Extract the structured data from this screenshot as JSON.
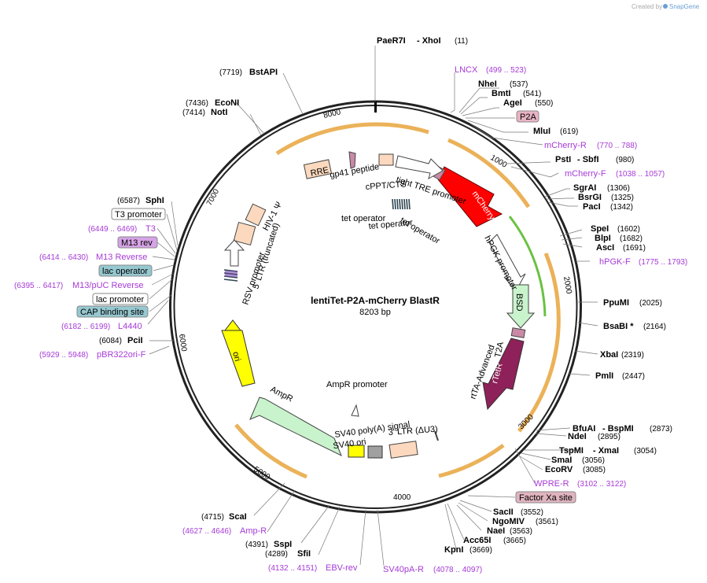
{
  "watermark": {
    "prefix": "Created by",
    "brand": "SnapGene"
  },
  "map": {
    "name": "lentiTet-P2A-mCherry BlastR",
    "size": "8203 bp"
  },
  "ticks": [
    "1000",
    "2000",
    "3000",
    "4000",
    "5000",
    "6000",
    "7000",
    "8000"
  ],
  "sites": [
    {
      "name": "PaeR7I",
      "pos": ""
    },
    {
      "name": "- XhoI",
      "pos": "(11)"
    },
    {
      "name": "NheI",
      "pos": "(537)"
    },
    {
      "name": "BmtI",
      "pos": "(541)"
    },
    {
      "name": "AgeI",
      "pos": "(550)"
    },
    {
      "name": "MluI",
      "pos": "(619)"
    },
    {
      "name": "PstI",
      "pos": ""
    },
    {
      "name": "- SbfI",
      "pos": "(980)"
    },
    {
      "name": "SgrAI",
      "pos": "(1306)"
    },
    {
      "name": "BsrGI",
      "pos": "(1325)"
    },
    {
      "name": "PacI",
      "pos": "(1342)"
    },
    {
      "name": "SpeI",
      "pos": "(1602)"
    },
    {
      "name": "BlpI",
      "pos": "(1682)"
    },
    {
      "name": "AscI",
      "pos": "(1691)"
    },
    {
      "name": "PpuMI",
      "pos": "(2025)"
    },
    {
      "name": "BsaBI *",
      "pos": "(2164)"
    },
    {
      "name": "XbaI",
      "pos": "(2319)"
    },
    {
      "name": "PmlI",
      "pos": "(2447)"
    },
    {
      "name": "BfuAI",
      "pos": ""
    },
    {
      "name": "- BspMI",
      "pos": "(2873)"
    },
    {
      "name": "NdeI",
      "pos": "(2895)"
    },
    {
      "name": "TspMI",
      "pos": ""
    },
    {
      "name": "- XmaI",
      "pos": "(3054)"
    },
    {
      "name": "SmaI",
      "pos": "(3056)"
    },
    {
      "name": "EcoRV",
      "pos": "(3085)"
    },
    {
      "name": "SacII",
      "pos": "(3552)"
    },
    {
      "name": "NgoMIV",
      "pos": "(3561)"
    },
    {
      "name": "NaeI",
      "pos": "(3563)"
    },
    {
      "name": "Acc65I",
      "pos": "(3665)"
    },
    {
      "name": "KpnI",
      "pos": "(3669)"
    },
    {
      "name": "SfiI",
      "pos": "(4289)"
    },
    {
      "name": "SspI",
      "pos": "(4391)"
    },
    {
      "name": "ScaI",
      "pos": "(4715)"
    },
    {
      "name": "PciI",
      "pos": "(6084)"
    },
    {
      "name": "SphI",
      "pos": "(6587)"
    },
    {
      "name": "NotI",
      "pos": "(7414)"
    },
    {
      "name": "EcoNI",
      "pos": "(7436)"
    },
    {
      "name": "BstAPI",
      "pos": "(7719)"
    }
  ],
  "primers": [
    {
      "name": "LNCX",
      "pos": "(499 .. 523)"
    },
    {
      "name": "mCherry-R",
      "pos": "(770 .. 788)"
    },
    {
      "name": "mCherry-F",
      "pos": "(1038 .. 1057)"
    },
    {
      "name": "hPGK-F",
      "pos": "(1775 .. 1793)"
    },
    {
      "name": "WPRE-R",
      "pos": "(3102 .. 3122)"
    },
    {
      "name": "SV40pA-R",
      "pos": "(4078 .. 4097)"
    },
    {
      "name": "EBV-rev",
      "pos": "(4132 .. 4151)"
    },
    {
      "name": "Amp-R",
      "pos": "(4627 .. 4646)"
    },
    {
      "name": "pBR322ori-F",
      "pos": "(5929 .. 5948)"
    },
    {
      "name": "L4440",
      "pos": "(6182 .. 6199)"
    },
    {
      "name": "M13/pUC Reverse",
      "pos": "(6395 .. 6417)"
    },
    {
      "name": "M13 Reverse",
      "pos": "(6414 .. 6430)"
    },
    {
      "name": "T3",
      "pos": "(6449 .. 6469)"
    }
  ],
  "boxed_features": [
    {
      "name": "P2A",
      "color": "#e8b3c4"
    },
    {
      "name": "Factor Xa site",
      "color": "#e0b4bf"
    },
    {
      "name": "M13 rev",
      "color": "#d6a3e6"
    },
    {
      "name": "lac operator",
      "color": "#96c8d0"
    },
    {
      "name": "CAP binding site",
      "color": "#96c8d0"
    },
    {
      "name": "T3 promoter",
      "color": "#ffffff"
    },
    {
      "name": "lac promoter",
      "color": "#ffffff"
    }
  ],
  "features": [
    {
      "name": "mCherry",
      "color": "#ff0000"
    },
    {
      "name": "BSD",
      "color": "#c9f3cc"
    },
    {
      "name": "rtTA-Advanced",
      "color": "#8e2159"
    },
    {
      "name": "rTetR",
      "color": "#8e2159"
    },
    {
      "name": "T2A",
      "color": "#c98aa6"
    },
    {
      "name": "hPGK promoter",
      "color": "#ffffff"
    },
    {
      "name": "tight TRE promoter",
      "color": "#ffffff"
    },
    {
      "name": "cPPT/CTS",
      "color": "#fcd9be"
    },
    {
      "name": "gp41 peptide",
      "color": "#c98aa6"
    },
    {
      "name": "RRE",
      "color": "#fcd9be"
    },
    {
      "name": "tet operator",
      "color": "#2d4550"
    },
    {
      "name": "tet operator",
      "color": "#2d4550"
    },
    {
      "name": "tet operator",
      "color": "#2d4550"
    },
    {
      "name": "HIV-1 Ψ",
      "color": "#fcd9be"
    },
    {
      "name": "5' LTR (truncated)",
      "color": "#fcd9be"
    },
    {
      "name": "RSV promoter",
      "color": "#ffffff"
    },
    {
      "name": "ori",
      "color": "#ffff00"
    },
    {
      "name": "AmpR",
      "color": "#c9f3cc"
    },
    {
      "name": "AmpR promoter",
      "color": "#ffffff"
    },
    {
      "name": "SV40 poly(A) signal",
      "color": "#a0a0a0"
    },
    {
      "name": "SV40 ori",
      "color": "#ffff00"
    },
    {
      "name": "3' LTR (ΔU3)",
      "color": "#fcd9be"
    }
  ]
}
